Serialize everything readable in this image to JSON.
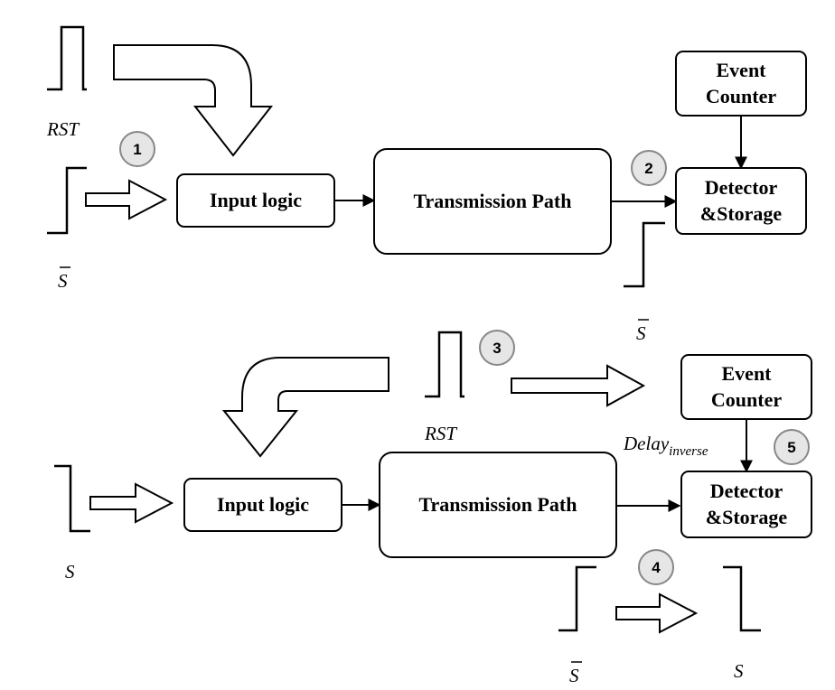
{
  "top": {
    "input_logic": "Input logic",
    "transmission_path": "Transmission Path",
    "event_counter": [
      "Event",
      "Counter"
    ],
    "detector_storage": [
      "Detector",
      "&Storage"
    ],
    "rst": "RST",
    "s_bar_input": "S",
    "s_bar_output": "S",
    "step1": "1",
    "step2": "2"
  },
  "bottom": {
    "input_logic": "Input logic",
    "transmission_path": "Transmission Path",
    "event_counter": [
      "Event",
      "Counter"
    ],
    "detector_storage": [
      "Detector",
      "&Storage"
    ],
    "rst": "RST",
    "delay_main": "Delay",
    "delay_sub": "inverse",
    "s_input": "S",
    "s_bar_output": "S",
    "s_inverted": "S",
    "step3": "3",
    "step4": "4",
    "step5": "5"
  }
}
